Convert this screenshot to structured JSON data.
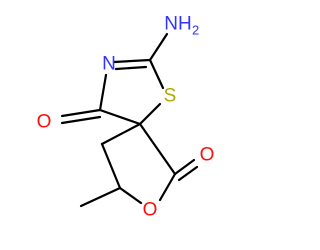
{
  "molecule": {
    "atoms": [
      {
        "id": "NH2",
        "label": "NH",
        "sub": "2",
        "color": "#3333ff"
      },
      {
        "id": "N",
        "label": "N",
        "color": "#3333ff"
      },
      {
        "id": "S",
        "label": "S",
        "color": "#b2a800"
      },
      {
        "id": "O_ketone",
        "label": "O",
        "color": "#ff0d0d"
      },
      {
        "id": "O_lactone",
        "label": "O",
        "color": "#ff0d0d"
      },
      {
        "id": "O_ring",
        "label": "O",
        "color": "#ff0d0d"
      }
    ]
  },
  "colors": {
    "bond": "#000000",
    "nitrogen": "#3333ff",
    "oxygen": "#ff0d0d",
    "sulfur": "#b2a800",
    "background": "#ffffff"
  }
}
